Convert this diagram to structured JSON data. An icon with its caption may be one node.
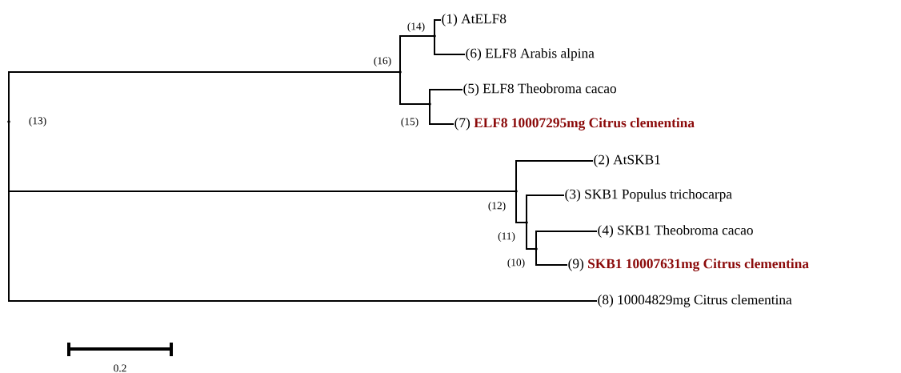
{
  "diagram": {
    "nodes": [
      {
        "text": [
          "(1) AtELF8"
        ]
      },
      {
        "text": [
          "(6) ELF8 Arabis alpina"
        ]
      },
      {
        "text": [
          "(5) ELF8 Theobroma cacao"
        ]
      },
      {
        "text": [
          "(7) **ELF8 10007295mg Citrus clementina**"
        ]
      },
      {
        "text": [
          "(2) AtSKB1"
        ]
      },
      {
        "text": [
          "(3) SKB1 Populus trichocarpa"
        ]
      },
      {
        "text": [
          "(4) SKB1 Theobroma cacao"
        ]
      },
      {
        "text": [
          "(9) **SKB1 10007631mg Citrus clementina**"
        ]
      },
      {
        "text": [
          "(8) 10004829mg Citrus clementina"
        ]
      },
      {
        "text": [],
        "shape": "point",
        "beside": [
          "(13)"
        ]
      },
      {
        "text": [],
        "shape": "point",
        "beside": [
          "(16)"
        ]
      },
      {
        "text": [],
        "shape": "point",
        "beside": [
          "(14)"
        ]
      },
      {
        "text": [],
        "shape": "point",
        "beside": [
          "(15)"
        ]
      },
      {
        "text": [],
        "shape": "point",
        "beside": [
          "(12)"
        ]
      },
      {
        "text": [],
        "shape": "point",
        "beside": [
          "(11)"
        ]
      },
      {
        "text": [],
        "shape": "point",
        "beside": [
          "(10)"
        ]
      }
    ],
    "edges": [
      {
        "from": 9,
        "to": 10,
        "arrow": "none"
      },
      {
        "from": 9,
        "to": 13,
        "arrow": "none"
      },
      {
        "from": 9,
        "to": 8,
        "arrow": "none"
      },
      {
        "from": 10,
        "to": 11,
        "arrow": "none"
      },
      {
        "from": 10,
        "to": 12,
        "arrow": "none"
      },
      {
        "from": 11,
        "to": 0,
        "arrow": "none"
      },
      {
        "from": 11,
        "to": 1,
        "arrow": "none"
      },
      {
        "from": 12,
        "to": 2,
        "arrow": "none"
      },
      {
        "from": 12,
        "to": 3,
        "arrow": "none"
      },
      {
        "from": 13,
        "to": 4,
        "arrow": "none"
      },
      {
        "from": 13,
        "to": 14,
        "arrow": "none"
      },
      {
        "from": 14,
        "to": 5,
        "arrow": "none"
      },
      {
        "from": 14,
        "to": 15,
        "arrow": "none"
      },
      {
        "from": 15,
        "to": 6,
        "arrow": "none"
      },
      {
        "from": 15,
        "to": 7,
        "arrow": "none"
      }
    ],
    "labels": [
      "0.2"
    ]
  }
}
